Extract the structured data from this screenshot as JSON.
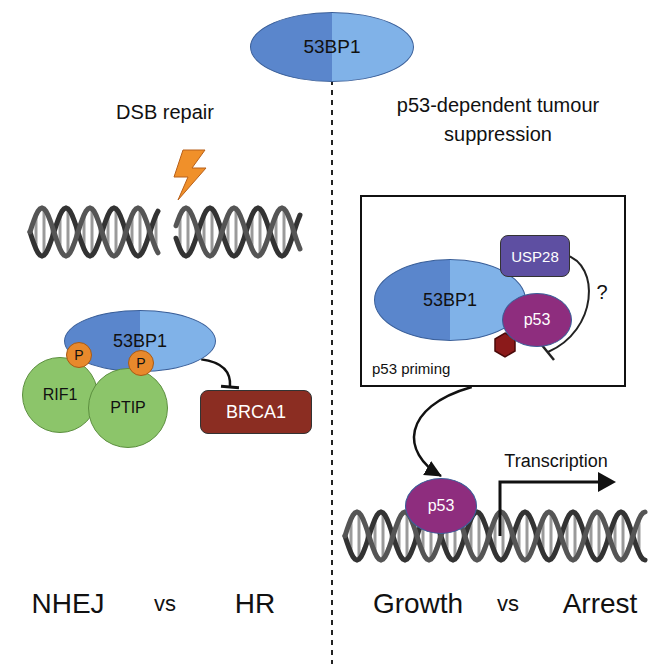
{
  "diagram": {
    "nodes": [
      {
        "text": [
          "53BP1"
        ]
      },
      {
        "text": [
          "53BP1"
        ]
      },
      {
        "text": [
          "RIF1"
        ]
      },
      {
        "text": [
          "PTIP"
        ]
      },
      {
        "text": [
          "P"
        ]
      },
      {
        "text": [
          "P"
        ]
      },
      {
        "text": [
          "BRCA1"
        ]
      },
      {
        "text": [
          "p53 priming"
        ]
      },
      {
        "text": [
          "53BP1"
        ],
        "in": 7
      },
      {
        "text": [
          "USP28"
        ],
        "in": 7
      },
      {
        "text": [
          "p53"
        ],
        "in": 7
      },
      {
        "text": [
          "p53"
        ]
      }
    ],
    "edges": [
      {
        "from": 1,
        "to": 6,
        "arrow": "to"
      },
      {
        "from": 7,
        "to": 11,
        "arrow": "to"
      }
    ],
    "labels": [
      "DSB repair",
      "p53-dependent tumour suppression",
      "NHEJ",
      "vs",
      "HR",
      "Growth",
      "vs",
      "Arrest",
      "?",
      "Transcription"
    ]
  }
}
